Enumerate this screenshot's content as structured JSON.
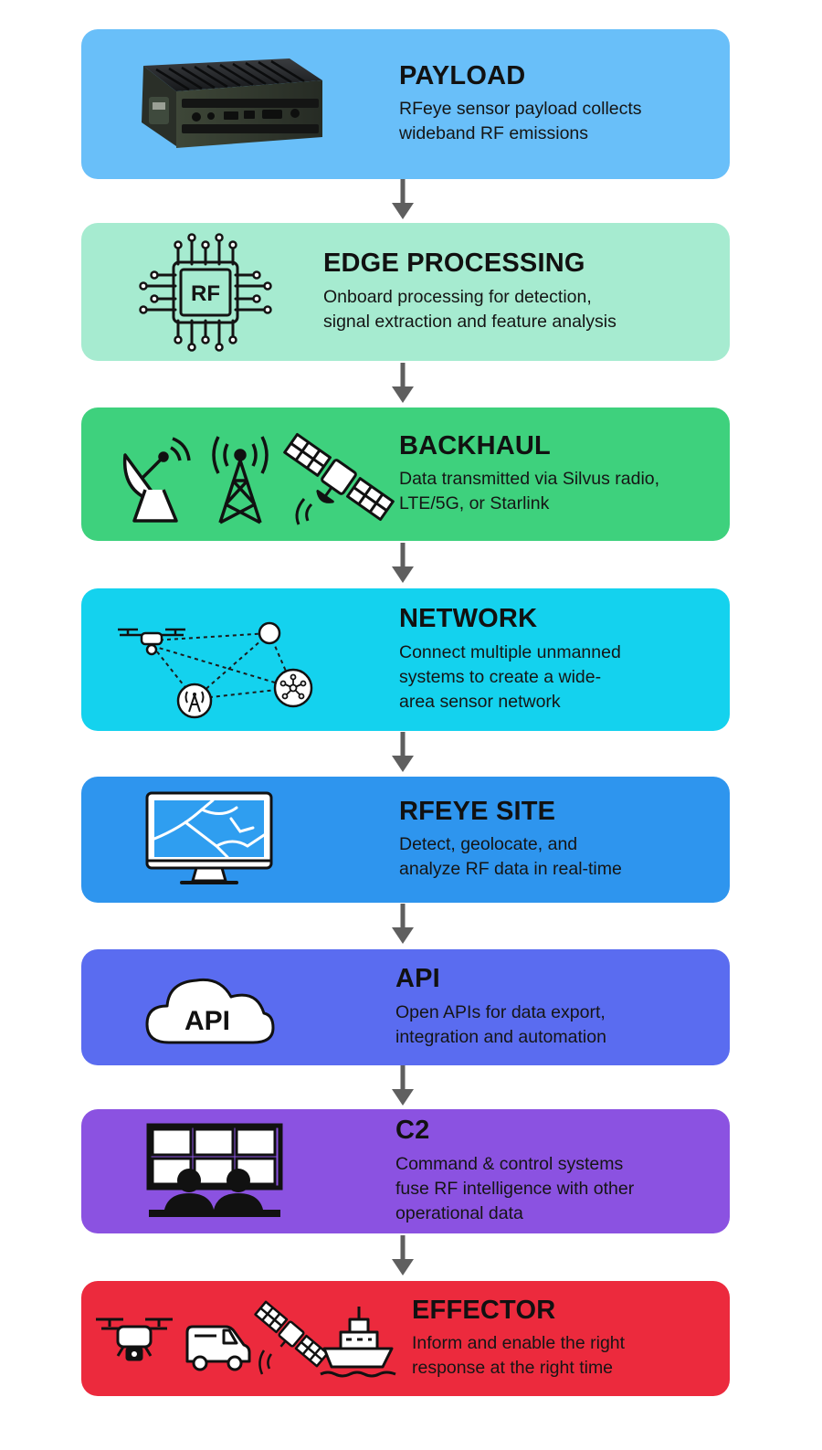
{
  "stages": [
    {
      "title": "PAYLOAD",
      "description": "RFeye sensor payload collects\nwideband RF emissions",
      "color": "#69bff9",
      "icon": "rfeye-device"
    },
    {
      "title": "EDGE PROCESSING",
      "description": "Onboard processing for detection,\nsignal extraction and feature analysis",
      "color": "#a6ebd0",
      "icon": "rf-chip",
      "icon_text": "RF"
    },
    {
      "title": "BACKHAUL",
      "description": "Data transmitted via Silvus radio,\nLTE/5G, or Starlink",
      "color": "#3ed17d",
      "icon": "satellite-dish, cell-tower, satellite"
    },
    {
      "title": "NETWORK",
      "description": "Connect multiple unmanned\nsystems to create a wide-\narea sensor network",
      "color": "#14d2ee",
      "icon": "drone-network"
    },
    {
      "title": "RFEYE SITE",
      "description": "Detect, geolocate, and\nanalyze RF data in real-time",
      "color": "#2e95ee",
      "icon": "map-monitor"
    },
    {
      "title": "API",
      "description": "Open APIs for data export,\nintegration and automation",
      "color": "#5a6cf0",
      "icon": "api-cloud",
      "icon_text": "API"
    },
    {
      "title": "C2",
      "description": "Command & control systems\nfuse RF intelligence with other\noperational data",
      "color": "#8b52e1",
      "icon": "operators-video-wall"
    },
    {
      "title": "EFFECTOR",
      "description": "Inform and enable the right\nresponse at the right time",
      "color": "#ec2a3d",
      "icon": "drone, van, satellite, ship"
    }
  ],
  "arrow_color": "#5f5f5f"
}
